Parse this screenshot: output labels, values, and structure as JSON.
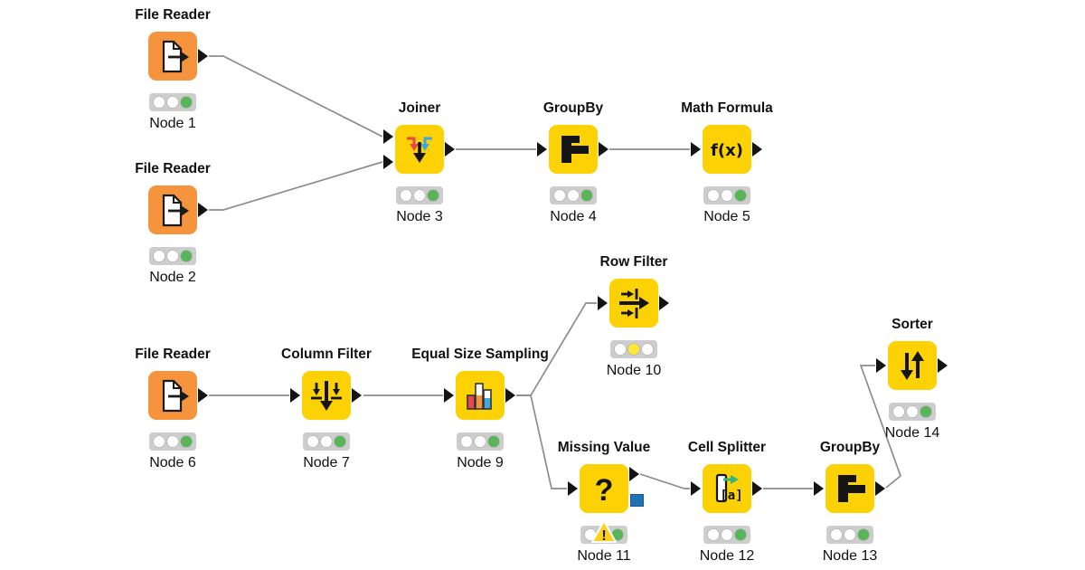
{
  "app": {
    "name": "KNIME workflow editor canvas"
  },
  "colors": {
    "node_yellow": "#fcd205",
    "node_orange": "#f6933d",
    "model_port_blue": "#2272b5",
    "connection_gray": "#8c8c8c",
    "light_green": "#58b558",
    "light_yellow": "#ffe833",
    "light_white": "#ffffff",
    "warning_yellow": "#fcd116"
  },
  "nodes": [
    {
      "title": "File Reader",
      "label": "Node 1",
      "icon": "file-reader",
      "lights": [
        "#ffffff",
        "#ffffff",
        "#58b558"
      ]
    },
    {
      "title": "File Reader",
      "label": "Node 2",
      "icon": "file-reader",
      "lights": [
        "#ffffff",
        "#ffffff",
        "#58b558"
      ]
    },
    {
      "title": "Joiner",
      "label": "Node 3",
      "icon": "joiner",
      "lights": [
        "#ffffff",
        "#ffffff",
        "#58b558"
      ]
    },
    {
      "title": "GroupBy",
      "label": "Node 4",
      "icon": "groupby",
      "lights": [
        "#ffffff",
        "#ffffff",
        "#58b558"
      ]
    },
    {
      "title": "Math Formula",
      "label": "Node 5",
      "icon": "math-formula",
      "icon_text": "f(x)",
      "lights": [
        "#ffffff",
        "#ffffff",
        "#58b558"
      ]
    },
    {
      "title": "File Reader",
      "label": "Node 6",
      "icon": "file-reader",
      "lights": [
        "#ffffff",
        "#ffffff",
        "#58b558"
      ]
    },
    {
      "title": "Column Filter",
      "label": "Node 7",
      "icon": "column-filter",
      "lights": [
        "#ffffff",
        "#ffffff",
        "#58b558"
      ]
    },
    {
      "title": "Equal Size Sampling",
      "label": "Node 9",
      "icon": "equal-size-sampling",
      "lights": [
        "#ffffff",
        "#ffffff",
        "#58b558"
      ]
    },
    {
      "title": "Row Filter",
      "label": "Node 10",
      "icon": "row-filter",
      "lights": [
        "#ffffff",
        "#ffe833",
        "#ffffff"
      ]
    },
    {
      "title": "Missing Value",
      "label": "Node 11",
      "icon": "missing-value",
      "icon_text": "?",
      "warning_mark": "!",
      "lights": [
        "#ffffff",
        "#ffffff",
        "#58b558"
      ]
    },
    {
      "title": "Cell Splitter",
      "label": "Node 12",
      "icon": "cell-splitter",
      "icon_text": "[a]",
      "lights": [
        "#ffffff",
        "#ffffff",
        "#58b558"
      ]
    },
    {
      "title": "GroupBy",
      "label": "Node 13",
      "icon": "groupby",
      "lights": [
        "#ffffff",
        "#ffffff",
        "#58b558"
      ]
    },
    {
      "title": "Sorter",
      "label": "Node 14",
      "icon": "sorter",
      "lights": [
        "#ffffff",
        "#ffffff",
        "#58b558"
      ]
    }
  ],
  "connections": [
    {
      "from": "Node 1",
      "to": "Node 3"
    },
    {
      "from": "Node 2",
      "to": "Node 3"
    },
    {
      "from": "Node 3",
      "to": "Node 4"
    },
    {
      "from": "Node 4",
      "to": "Node 5"
    },
    {
      "from": "Node 6",
      "to": "Node 7"
    },
    {
      "from": "Node 7",
      "to": "Node 9"
    },
    {
      "from": "Node 9",
      "to": "Node 10"
    },
    {
      "from": "Node 9",
      "to": "Node 11"
    },
    {
      "from": "Node 11",
      "to": "Node 12"
    },
    {
      "from": "Node 12",
      "to": "Node 13"
    },
    {
      "from": "Node 13",
      "to": "Node 14"
    }
  ]
}
